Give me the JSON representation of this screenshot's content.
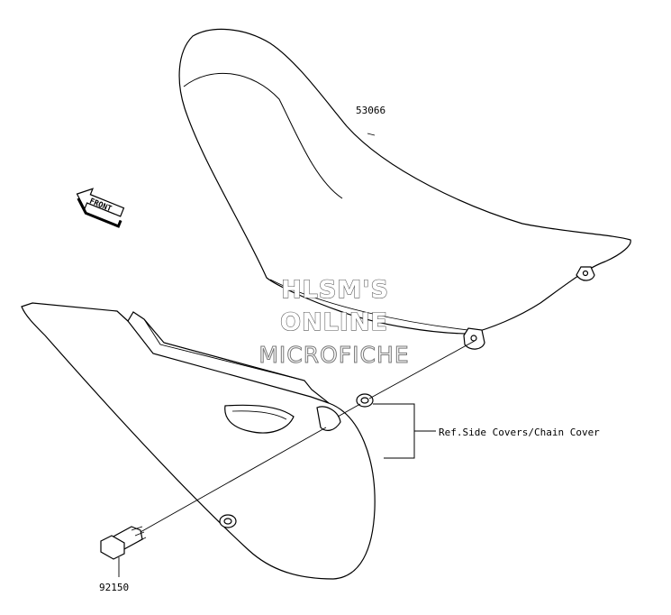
{
  "parts": {
    "seat": "53066",
    "bolt": "92150",
    "reference": "Ref.Side Covers/Chain Cover"
  },
  "front_arrow": {
    "label": "FRONT",
    "icon": "front-arrow-icon"
  },
  "watermark": {
    "line1": "HLSM'S",
    "line2": "ONLINE",
    "line3": "MICROFICHE"
  },
  "colors": {
    "line": "#000000",
    "background": "#ffffff",
    "watermark_outline": "#555555"
  }
}
